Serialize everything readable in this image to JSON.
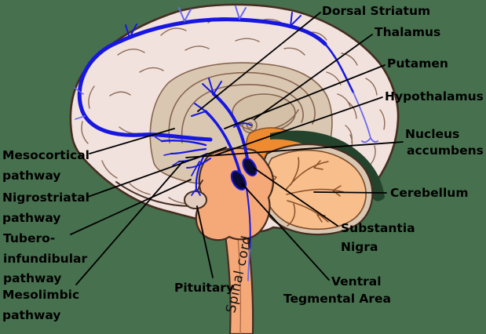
{
  "colors": {
    "background": "#47704E",
    "label": "#000000",
    "cortex": "#F2E2DE",
    "gyri": "#8D6C57",
    "inner_tan": "#DAC7B2",
    "tan_line": "#86654F",
    "outline": "#452D20",
    "tectum": "#EE8A30",
    "tentorium": "#24432C",
    "brainstem": "#F5A878",
    "cerebellum": "#F8BE8C",
    "pathway": "#1717E0",
    "pathway_light": "#6A6AEF",
    "nucleus": "#0A0A33"
  },
  "labels": {
    "dorsal_striatum": "Dorsal Striatum",
    "thalamus": "Thalamus",
    "putamen": "Putamen",
    "hypothalamus": "Hypothalamus",
    "nucleus_accumbens": {
      "line1": "Nucleus",
      "line2": "accumbens"
    },
    "cerebellum": "Cerebellum",
    "substantia_nigra": {
      "line1": "Substantia",
      "line2": "Nigra"
    },
    "ventral_tegmental_area": {
      "line1": "Ventral",
      "line2": "Tegmental Area"
    },
    "pituitary": "Pituitary",
    "mesocortical_pathway": {
      "line1": "Mesocortical",
      "line2": "pathway"
    },
    "nigrostriatal_pathway": {
      "line1": "Nigrostriatal",
      "line2": "pathway"
    },
    "tuberoinfundibular_pathway": {
      "line1": "Tubero-",
      "line2": "infundibular",
      "line3": "pathway"
    },
    "mesolimbic_pathway": {
      "line1": "Mesolimbic",
      "line2": "pathway"
    },
    "spinal_cord": "Spinal cord"
  }
}
